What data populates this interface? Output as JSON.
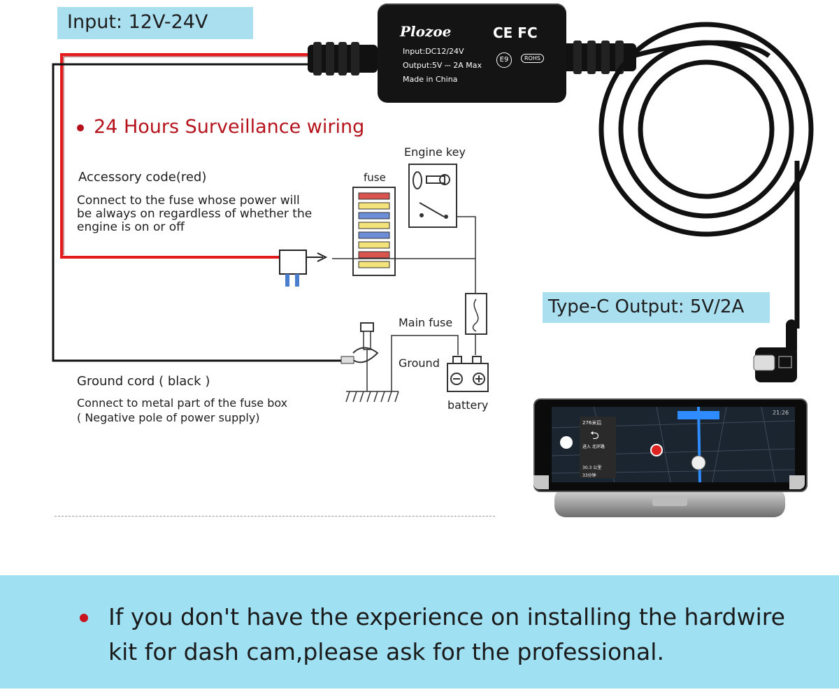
{
  "labels": {
    "input": "Input: 12V-24V",
    "type_c": "Type-C Output: 5V/2A"
  },
  "title": "24 Hours Surveillance wiring",
  "device": {
    "brand": "Plozoe",
    "ce_mark": "CE FC",
    "input_spec": "Input:DC12/24V",
    "output_spec": "Output:5V ⎓ 2A  Max",
    "made_in": "Made in China",
    "e_mark": "E9",
    "rohs": "ROHS"
  },
  "accessory": {
    "heading": "Accessory code(red)",
    "line1": "Connect to the fuse whose power will",
    "line2": "be always on regardless  of whether the",
    "line3": "engine is on or off"
  },
  "ground": {
    "heading": "Ground cord ( black )",
    "line1": "Connect to metal part of the fuse box",
    "line2": "( Negative pole of power supply)"
  },
  "diagram": {
    "fuse": "fuse",
    "engine_key": "Engine key",
    "main_fuse": "Main fuse",
    "ground_label": "Ground",
    "battery": "battery"
  },
  "screen": {
    "time": "21:26",
    "distance": "276米后",
    "road": "进入 北环路",
    "speed": "30.3 公里",
    "eta": "33分钟"
  },
  "notice": {
    "line1": "If you don't have the experience on installing the hardwire",
    "line2": "kit for dash cam,please ask for the professional."
  },
  "colors": {
    "label_bg": "#aadff0",
    "banner_bg": "#9fe0f3",
    "title_red": "#b5121b",
    "wire_red": "#e3191c",
    "wire_black": "#111111"
  }
}
